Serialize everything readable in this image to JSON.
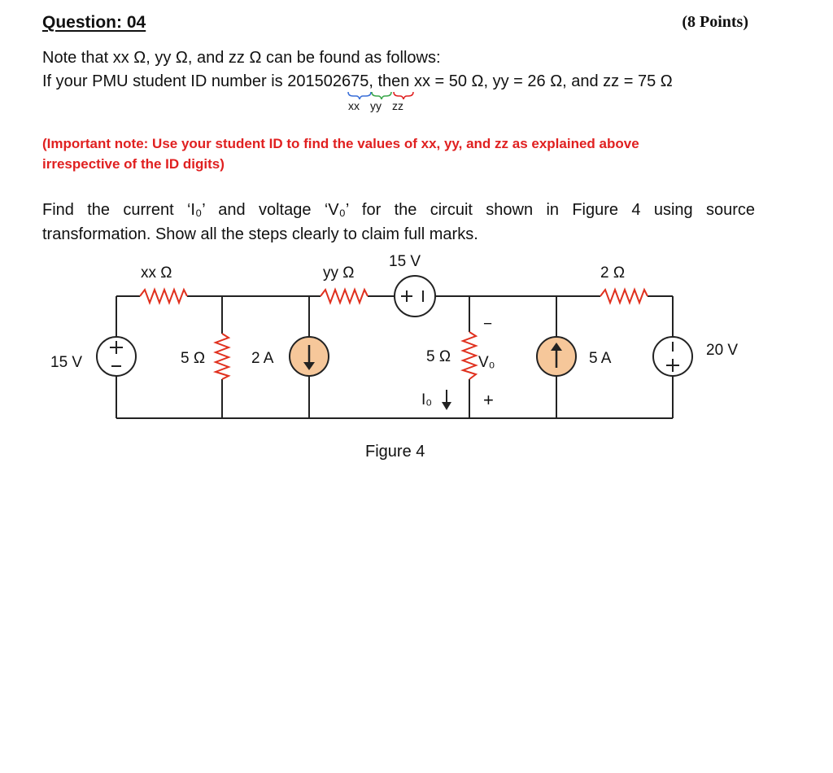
{
  "question": {
    "title": "Question: 04",
    "points": "(8 Points)"
  },
  "intro": {
    "line1": "Note that xx Ω, yy Ω, and zz Ω can be found as follows:",
    "line2_pre": "If your PMU student ID number is 201",
    "line2_xx": "50",
    "line2_yy": "26",
    "line2_zz": "75",
    "line2_post": ", then xx = 50 Ω, yy = 26 Ω, and zz = 75 Ω",
    "brace_xx": "xx",
    "brace_yy": "yy",
    "brace_zz": "zz"
  },
  "important": {
    "line1": "(Important note: Use your student ID to find the values of xx, yy, and zz as explained above",
    "line2": "irrespective of the ID digits)"
  },
  "problem": {
    "line1": "Find the current ‘I₀’ and voltage ‘V₀’ for the circuit shown in Figure 4 using source",
    "line2": "transformation. Show all the steps clearly to claim full marks."
  },
  "circuit": {
    "r_xx": "xx Ω",
    "r_yy": "yy Ω",
    "r_2": "2 Ω",
    "v_series": "15 V",
    "v_left": "15 V",
    "r_5a": "5 Ω",
    "i_2a": "2 A",
    "r_5b": "5 Ω",
    "vo_label": "V₀",
    "io_label": "I₀",
    "i_5a": "5 A",
    "v_right": "20 V",
    "minus": "−",
    "plus": "+"
  },
  "figure_caption": "Figure 4",
  "colors": {
    "important_red": "#e02020",
    "current_source_fill": "#f6c79a",
    "brace_blue": "#3a6fd8",
    "brace_green": "#3aa64a",
    "brace_red": "#e02020"
  }
}
